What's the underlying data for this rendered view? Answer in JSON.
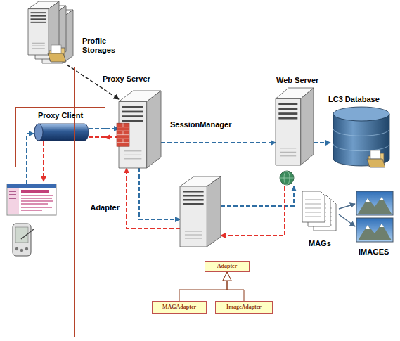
{
  "diagram": {
    "nodes": [
      {
        "text": [
          "Profile Storages"
        ]
      },
      {
        "text": [
          "Proxy Server"
        ]
      },
      {
        "text": [
          "Proxy Client"
        ]
      },
      {
        "text": [
          "SessionManager"
        ],
        "in": 1
      },
      {
        "text": [
          "Adapter"
        ],
        "in": 1
      },
      {
        "text": [
          "Adapter"
        ],
        "in": 1
      },
      {
        "text": [
          "MAGAdapter"
        ],
        "in": 1
      },
      {
        "text": [
          "ImageAdapter"
        ],
        "in": 1
      },
      {
        "text": [
          "Web Server"
        ]
      },
      {
        "text": [
          "LC3 Database"
        ]
      },
      {
        "text": [
          "MAGs"
        ]
      },
      {
        "text": [
          "IMAGES"
        ]
      }
    ],
    "edges": [
      {
        "from": 0,
        "to": 3,
        "arrow": "to"
      },
      {
        "from": 2,
        "to": 3,
        "arrow": "to"
      },
      {
        "from": 3,
        "to": 2,
        "arrow": "to"
      },
      {
        "from": 3,
        "to": 8,
        "arrow": "to"
      },
      {
        "from": 8,
        "to": 9,
        "arrow": "to"
      },
      {
        "from": 3,
        "to": 4,
        "arrow": "to"
      },
      {
        "from": 4,
        "to": 8,
        "arrow": "to"
      },
      {
        "from": 8,
        "to": 4,
        "arrow": "to"
      },
      {
        "from": 4,
        "to": 3,
        "arrow": "to"
      },
      {
        "from": 10,
        "to": 11,
        "arrow": "to"
      },
      {
        "from": 10,
        "to": 11,
        "arrow": "to"
      },
      {
        "from": 6,
        "to": 5,
        "arrow": "to"
      },
      {
        "from": 7,
        "to": 5,
        "arrow": "to"
      }
    ]
  }
}
